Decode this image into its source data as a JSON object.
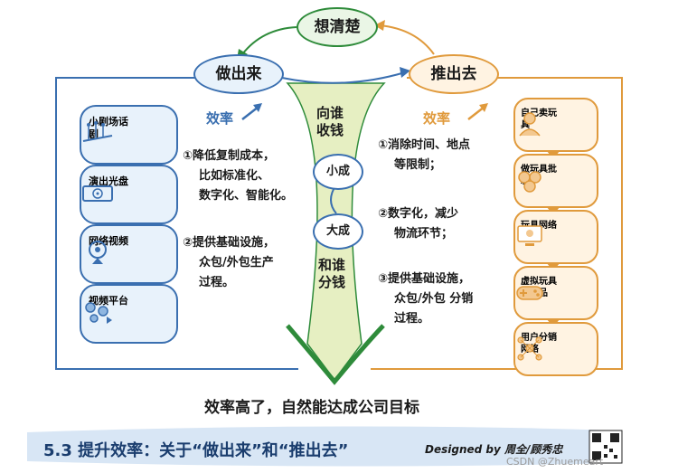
{
  "nodes": {
    "top": "想清楚",
    "left": "做出来",
    "right": "推出去"
  },
  "center": {
    "q1_line1": "向谁",
    "q1_line2": "收钱",
    "small": "小成",
    "big": "大成",
    "q2_line1": "和谁",
    "q2_line2": "分钱"
  },
  "left_panel": {
    "efficiency": "效率",
    "point1_lines": [
      "①降低复制成本，",
      "比如标准化、",
      "数字化、智能化。"
    ],
    "point2_lines": [
      "②提供基础设施，",
      "众包/外包生产",
      "过程。"
    ],
    "steps": [
      {
        "label": "小剧场话剧",
        "icon": "theater-icon"
      },
      {
        "label": "演出光盘",
        "icon": "disc-icon"
      },
      {
        "label": "网络视频",
        "icon": "webcam-icon"
      },
      {
        "label": "视频平台",
        "icon": "video-platform-icon"
      }
    ]
  },
  "right_panel": {
    "efficiency": "效率",
    "point1_lines": [
      "①消除时间、地点",
      "等限制；"
    ],
    "point2_lines": [
      "②数字化，减少",
      "物流环节；"
    ],
    "point3_lines": [
      "③提供基础设施，",
      "众包/外包 分销",
      "过程。"
    ],
    "steps": [
      {
        "label": "自己卖玩具",
        "icon": "person-icon"
      },
      {
        "label": "做玩具批发",
        "icon": "toys-icon"
      },
      {
        "label": "玩具网络商店",
        "icon": "computer-icon"
      },
      {
        "label": "虚拟玩具衍生品",
        "icon": "gamepad-icon"
      },
      {
        "label": "用户分销网络",
        "icon": "network-icon"
      }
    ]
  },
  "conclusion": "效率高了，自然能达成公司目标",
  "footer": {
    "title": "5.3 提升效率：关于“做出来”和“推出去”",
    "credit": "Designed by 周全/顾秀忠",
    "watermark": "CSDN @Zhuemeart"
  },
  "colors": {
    "blue": "#3a6fb0",
    "orange": "#e09a3c",
    "green": "#2e8b3a",
    "funnel": "#e6efc2"
  }
}
